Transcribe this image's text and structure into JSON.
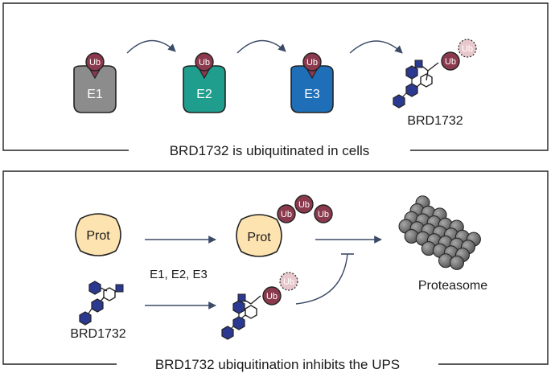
{
  "top_panel": {
    "caption": "BRD1732 is ubiquitinated in cells",
    "enzymes": [
      {
        "label": "E1",
        "color": "#8c8c8c"
      },
      {
        "label": "E2",
        "color": "#1f9e8e"
      },
      {
        "label": "E3",
        "color": "#1f6fb8"
      }
    ],
    "ub_label": "Ub",
    "product_label": "BRD1732"
  },
  "bottom_panel": {
    "caption": "BRD1732 ubiquitination inhibits the UPS",
    "protein_label": "Prot",
    "enzymes_label": "E1, E2, E3",
    "compound_label": "BRD1732",
    "ub_label": "Ub",
    "proteasome_label": "Proteasome"
  },
  "colors": {
    "ub": "#8b3a4e",
    "ub_faded": "#e8c8cc",
    "protein": "#fde3b0",
    "hexagon": "#2b3990",
    "arrow": "#3b4a66"
  }
}
